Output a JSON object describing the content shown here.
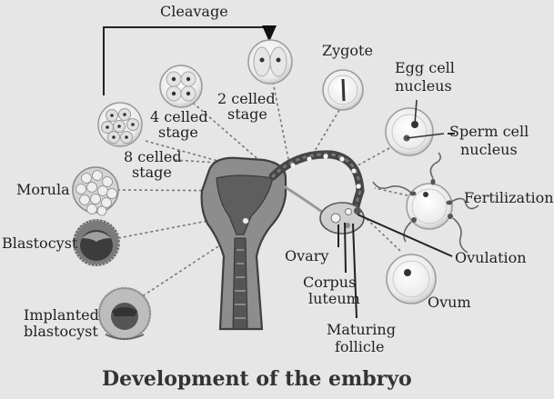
{
  "labels": {
    "cleavage": "Cleavage",
    "zygote": "Zygote",
    "egg_nucleus_line1": "Egg cell",
    "egg_nucleus_line2": "nucleus",
    "sperm_nucleus_line1": "Sperm cell",
    "sperm_nucleus_line2": "nucleus",
    "two_celled_line1": "2 celled",
    "two_celled_line2": "stage",
    "four_celled_line1": "4 celled",
    "four_celled_line2": "stage",
    "eight_celled_line1": "8 celled",
    "eight_celled_line2": "stage",
    "morula": "Morula",
    "blastocyst": "Blastocyst",
    "implanted_line1": "Implanted",
    "implanted_line2": "blastocyst",
    "fertilization": "Fertilization",
    "ovary": "Ovary",
    "ovulation": "Ovulation",
    "corpus_line1": "Corpus",
    "corpus_line2": "luteum",
    "ovum": "Ovum",
    "maturing_line1": "Maturing",
    "maturing_line2": "follicle"
  },
  "title": "Development of the embryo",
  "colors": {
    "background": "#e6e6e6",
    "organ": "#8a8a8a",
    "organ_dark": "#4a4a4a",
    "cell_fill": "#f6f6f6",
    "cell_outline": "#9a9a9a"
  }
}
